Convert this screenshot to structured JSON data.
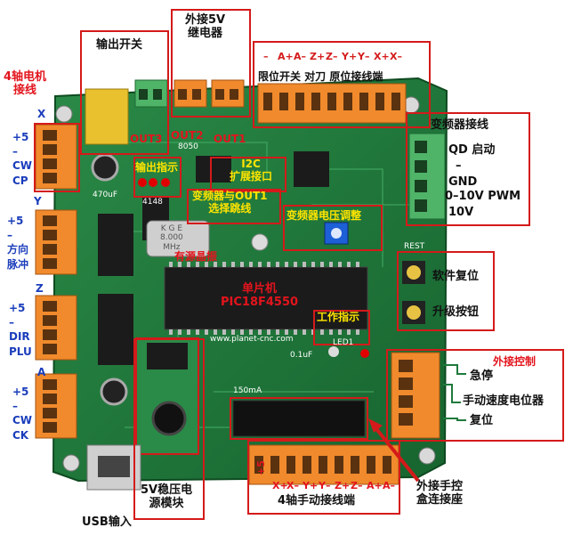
{
  "board": {
    "silkscreen_url": "www.planet-cnc.com",
    "crystal": "K G E\n8.000\nMHz",
    "chip_8050": "8050",
    "chip_4148": "4148",
    "chip_470": "470uF",
    "chip_150": "150mA",
    "led_label": "LED1",
    "cap_label": "0.1uF",
    "rest_label": "REST"
  },
  "labels": {
    "output_switch": "输出开关",
    "ext_relay": "外接5V\n继电器",
    "limit_switch": "限位开关  对刀  原位接线端",
    "limit_pins": [
      "–",
      "A+",
      "A–",
      "Z+",
      "Z–",
      "Y+",
      "Y–",
      "X+",
      "X–"
    ],
    "axis4_motor": "4轴电机\n接线",
    "axis_x": "X",
    "axis_y": "Y",
    "axis_z": "Z",
    "axis_a": "A",
    "x_pins": "+5\n–\nCW\nCP",
    "y_pins": "+5\n–\n方向\n脉冲",
    "z_pins": "+5\n–\nDIR\nPLU",
    "a_pins": "+5\n–\nCW\nCK",
    "out3": "OUT3",
    "out2": "OUT2",
    "out1": "OUT1",
    "output_indicator": "输出指示",
    "i2c": "I2C\n扩展接口",
    "vfd_out1": "变频器与OUT1\n选择跳线",
    "vfd_adjust": "变频器电压调整",
    "vfd_terminal": "变频器接线",
    "qd_start": "QD 启动",
    "dash": "–",
    "gnd": "GND",
    "pwm": "0–10V PWM",
    "ten_v": "10V",
    "crystal_osc": "有源晶振",
    "mcu": "单片机\nPIC18F4550",
    "soft_reset": "软件复位",
    "upgrade_btn": "升级按钮",
    "work_indicator": "工作指示",
    "ext_control": "外接控制",
    "estop": "急停",
    "manual_speed_pot": "手动速度电位器",
    "reset": "复位",
    "usb_input": "USB输入",
    "reg_module": "5V稳压电\n源模块",
    "manual_pins": [
      "+5",
      "X+",
      "X–",
      "Y+",
      "Y–",
      "Z+",
      "Z–",
      "A+",
      "A–"
    ],
    "manual_terminal": "4轴手动接线端",
    "ext_handbox": "外接手控\n盒连接座"
  },
  "colors": {
    "pcb": "#1f7a3c",
    "orange_terminal": "#f08a2c",
    "red_box": "#d41a1a",
    "label_blue": "#1a3dbb",
    "label_red": "#e3141d",
    "label_yellow": "#ffe400"
  }
}
